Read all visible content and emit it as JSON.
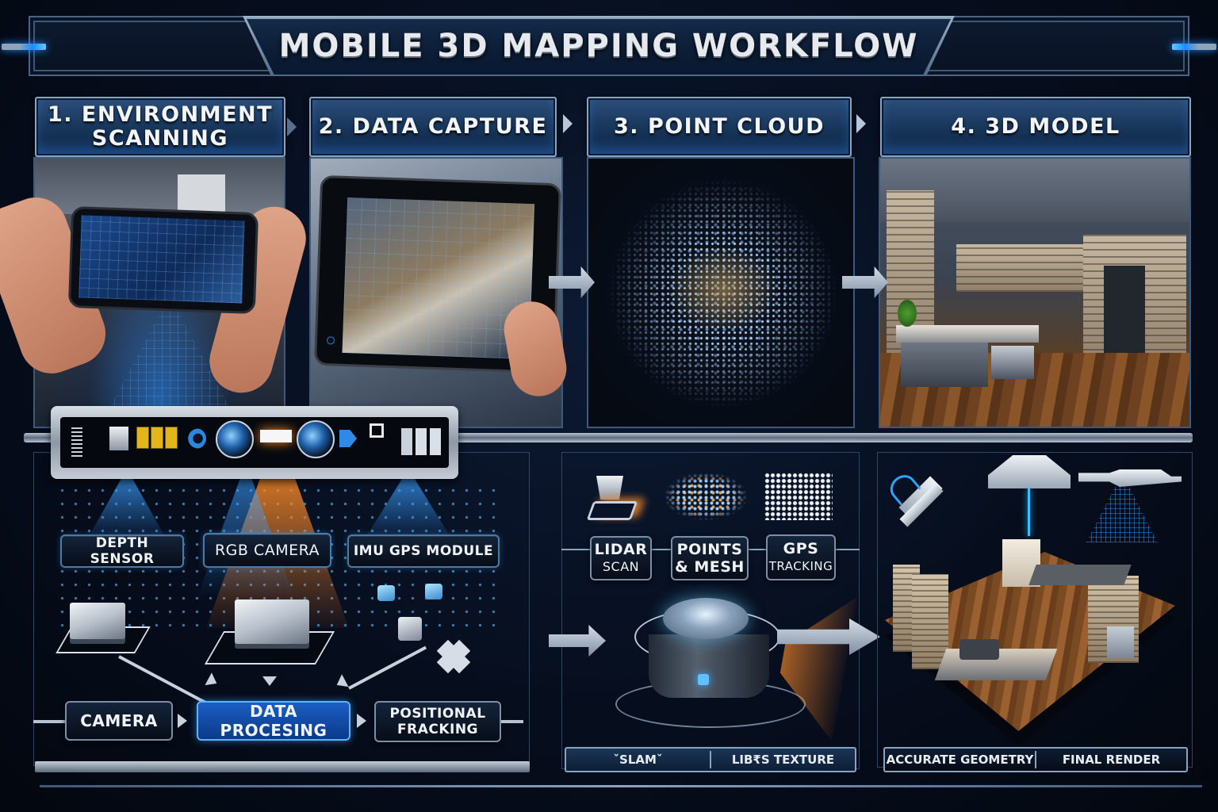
{
  "title": "MOBILE 3D MAPPING WORKFLOW",
  "steps": [
    {
      "number": "1.",
      "label_line1": "ENVIRONMENT",
      "label_line2": "SCANNING",
      "image": "hands-holding-smartphone-scanning-room"
    },
    {
      "number": "2.",
      "label_line1": "DATA CAPTURE",
      "label_line2": "",
      "image": "tablet-showing-gridded-room-capture"
    },
    {
      "number": "3.",
      "label_line1": "POINT CLOUD",
      "label_line2": "",
      "image": "particle-point-cloud-of-room"
    },
    {
      "number": "4.",
      "label_line1": "3D MODEL",
      "label_line2": "",
      "image": "rendered-interior-office-model"
    }
  ],
  "hardware_section": {
    "sensors": [
      "DEPTH SENSOR",
      "RGB CAMERA",
      "IMU GPS MODULE"
    ],
    "pipeline": [
      "CAMERA",
      "DATA PROCESING",
      "POSITIONAL FRACKING"
    ],
    "pipeline_active_index": 1
  },
  "processing_section": {
    "modules": [
      {
        "line1": "LIDAR",
        "line2": "SCAN"
      },
      {
        "line1": "POINTS",
        "line2": "& MESH"
      },
      {
        "line1": "GPS",
        "line2": "TRACKING"
      }
    ],
    "footer": [
      "ˇSLAMˇ",
      "LIB₹S TEXTURE"
    ]
  },
  "output_section": {
    "footer": [
      "ACCURATE GEOMETRY",
      "FINAL RENDER"
    ]
  },
  "colors": {
    "background": "#060d1c",
    "panel_blue": "#173459",
    "accent_blue": "#1e8cff",
    "accent_orange": "#ff8c28",
    "frame_silver": "#8aa3bf"
  }
}
